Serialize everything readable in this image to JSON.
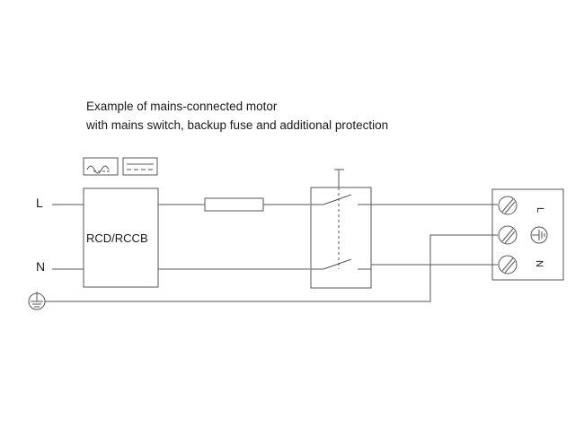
{
  "caption": {
    "line1": "Example of mains-connected motor",
    "line2": "with mains switch, backup fuse and additional protection"
  },
  "labels": {
    "line_l": "L",
    "line_n": "N",
    "rcd": "RCD/RCCB",
    "terminal_l": "L",
    "terminal_n": "N"
  },
  "icons": {
    "ac_symbol": "ac-waveform-icon",
    "dc_symbol": "dc-dashed-icon",
    "earth": "earth-ground-icon",
    "terminal_earth": "protective-earth-icon"
  }
}
